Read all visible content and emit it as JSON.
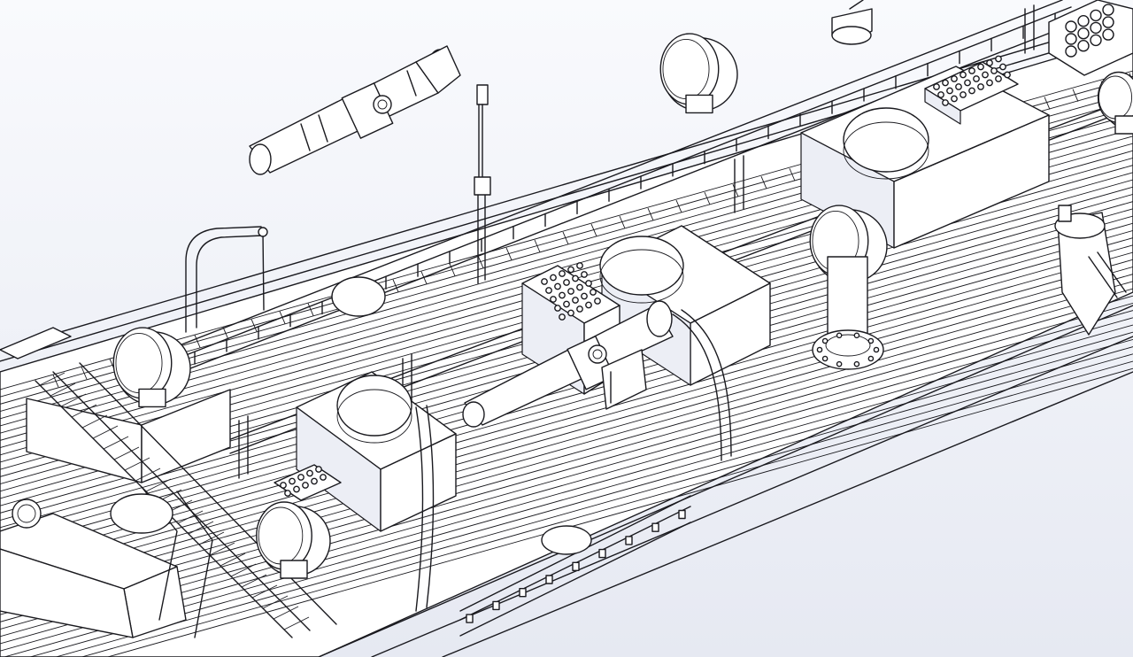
{
  "view": {
    "background_top": "#f9fafd",
    "background_bottom": "#e6e9f2",
    "line_color": "#1a1a1f",
    "face_color": "#ffffff",
    "shade_color": "#eceef5"
  },
  "components": [
    {
      "id": "hull-deck",
      "kind": "grated-deck"
    },
    {
      "id": "upper-rail",
      "kind": "rail"
    },
    {
      "id": "lower-rail",
      "kind": "rail"
    },
    {
      "id": "gantry-frame",
      "kind": "frame"
    },
    {
      "id": "lamp-1",
      "kind": "floodlight"
    },
    {
      "id": "lamp-2",
      "kind": "floodlight"
    },
    {
      "id": "lamp-3",
      "kind": "floodlight"
    },
    {
      "id": "lamp-4",
      "kind": "floodlight"
    },
    {
      "id": "lamp-5",
      "kind": "floodlight"
    },
    {
      "id": "hatch-box-1",
      "kind": "hatch"
    },
    {
      "id": "hatch-box-2",
      "kind": "hatch"
    },
    {
      "id": "hatch-box-3",
      "kind": "hatch"
    },
    {
      "id": "control-panel-1",
      "kind": "panel"
    },
    {
      "id": "control-panel-2",
      "kind": "panel"
    },
    {
      "id": "control-panel-3",
      "kind": "panel"
    },
    {
      "id": "control-panel-4",
      "kind": "panel"
    },
    {
      "id": "valve-pipe-floating",
      "kind": "pipe"
    },
    {
      "id": "valve-pipe-deck",
      "kind": "pipe"
    },
    {
      "id": "handrail-loop",
      "kind": "handrail"
    },
    {
      "id": "antenna-mast",
      "kind": "mast"
    },
    {
      "id": "vent-pipe",
      "kind": "pipe"
    },
    {
      "id": "thruster-pod",
      "kind": "pod"
    }
  ]
}
